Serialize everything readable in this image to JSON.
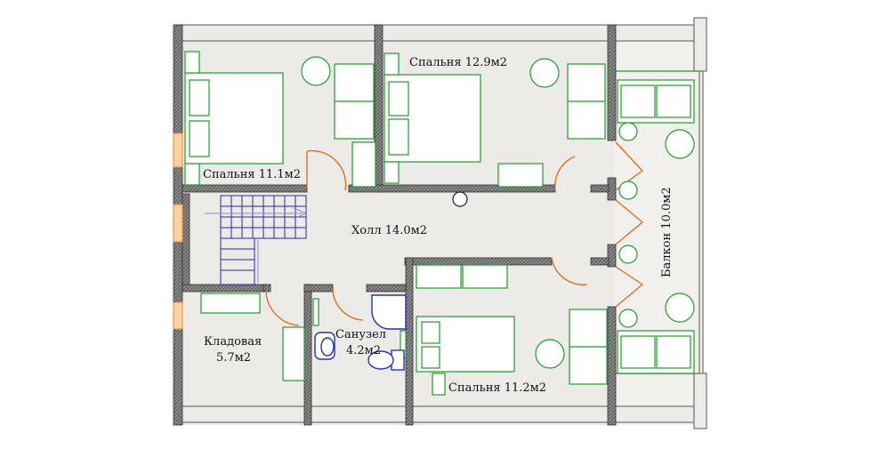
{
  "rooms": {
    "bedroom_top_left": "Спальня 11.1м2",
    "bedroom_top_mid": "Спальня 12.9м2",
    "hall": "Холл 14.0м2",
    "storage_line1": "Кладовая",
    "storage_line2": "5.7м2",
    "bathroom_line1": "Санузел",
    "bathroom_line2": "4.2м2",
    "bedroom_bottom": "Спальня 11.2м2",
    "balcony": "Балкон 10.0м2"
  },
  "colors": {
    "wall": "#5f5f5f",
    "floor": "#ecebe7",
    "furniture": "#1f9c2a",
    "door": "#e06a12",
    "plumbing": "#2233bb",
    "stairs": "#2a2aa8",
    "window": "#f2a24a"
  }
}
